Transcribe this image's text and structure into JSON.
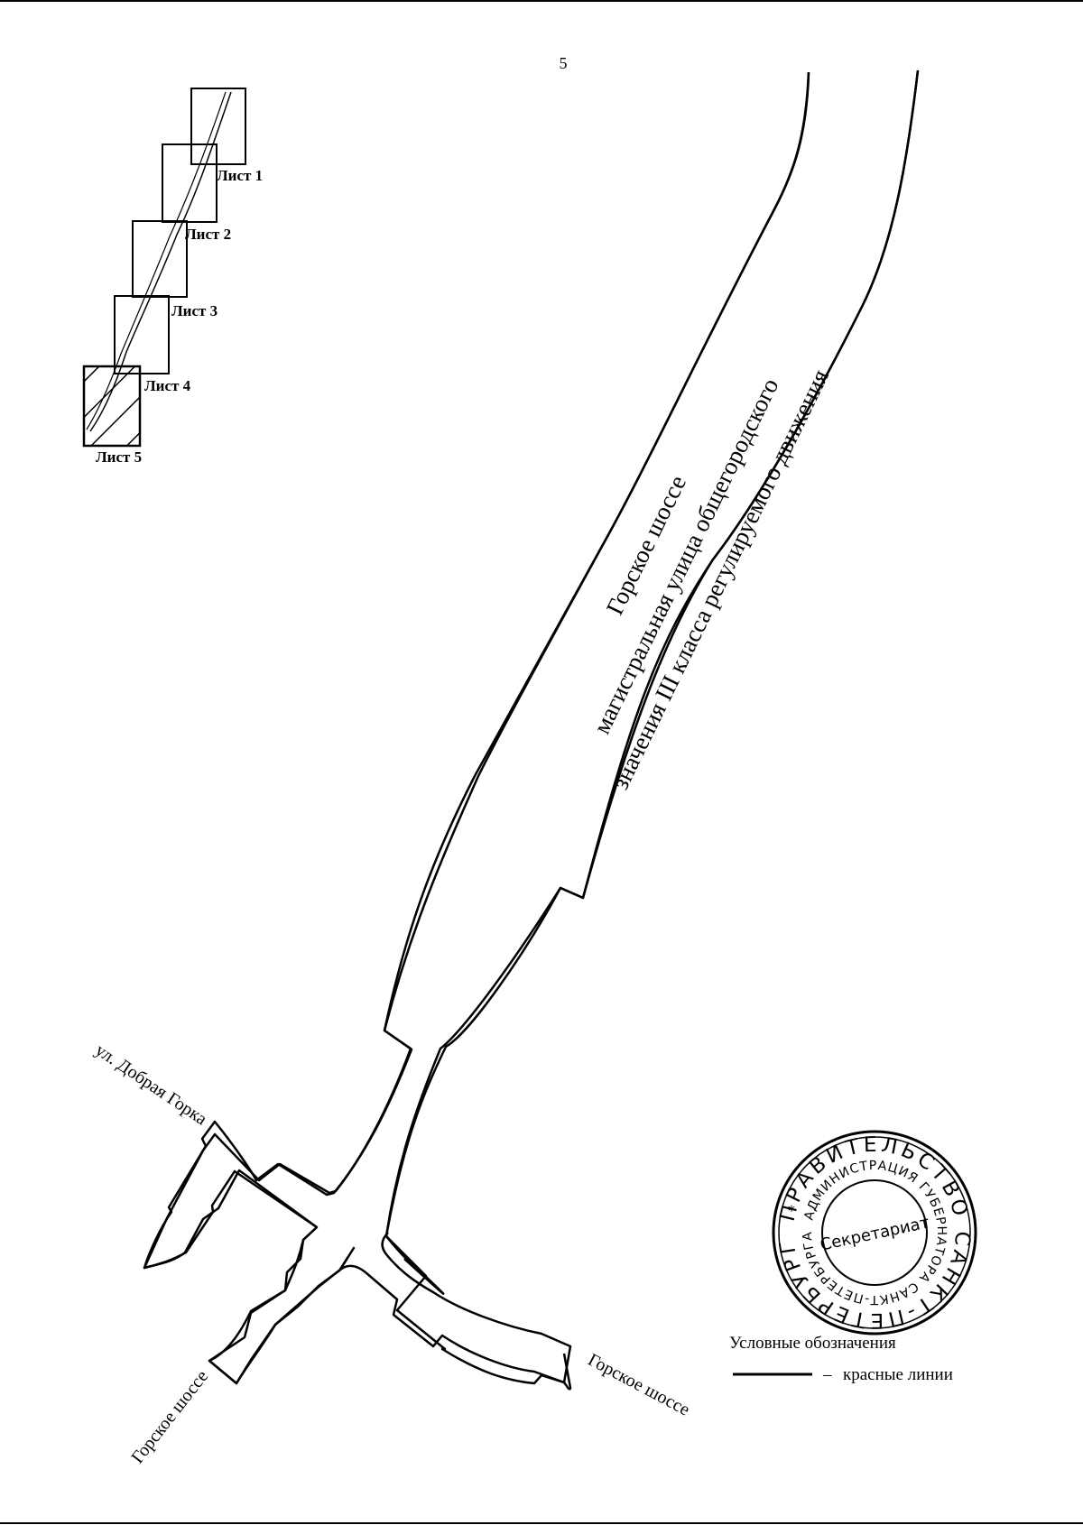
{
  "page_number": "5",
  "index_map": {
    "sheets": [
      "Лист 1",
      "Лист 2",
      "Лист 3",
      "Лист 4",
      "Лист 5"
    ],
    "highlighted_sheet": "Лист 5"
  },
  "street_labels": {
    "main_name": "Горское шоссе",
    "main_class_line1": "магистральная улица общегородского",
    "main_class_line2": "значения III класса регулируемого движения",
    "side_street": "ул. Добрая Горка",
    "southwest": "Горское шоссе",
    "southeast": "Горское шоссе"
  },
  "stamp": {
    "outer_text": "ПРАВИТЕЛЬСТВО САНКТ-ПЕТЕРБУРГА",
    "inner_text": "АДМИНИСТРАЦИЯ ГУБЕРНАТОРА САНКТ-ПЕТЕРБУРГА",
    "center_text": "Секретариат",
    "star": "*"
  },
  "legend": {
    "title": "Условные обозначения",
    "item_dash": "–",
    "item_label": "красные линии"
  }
}
